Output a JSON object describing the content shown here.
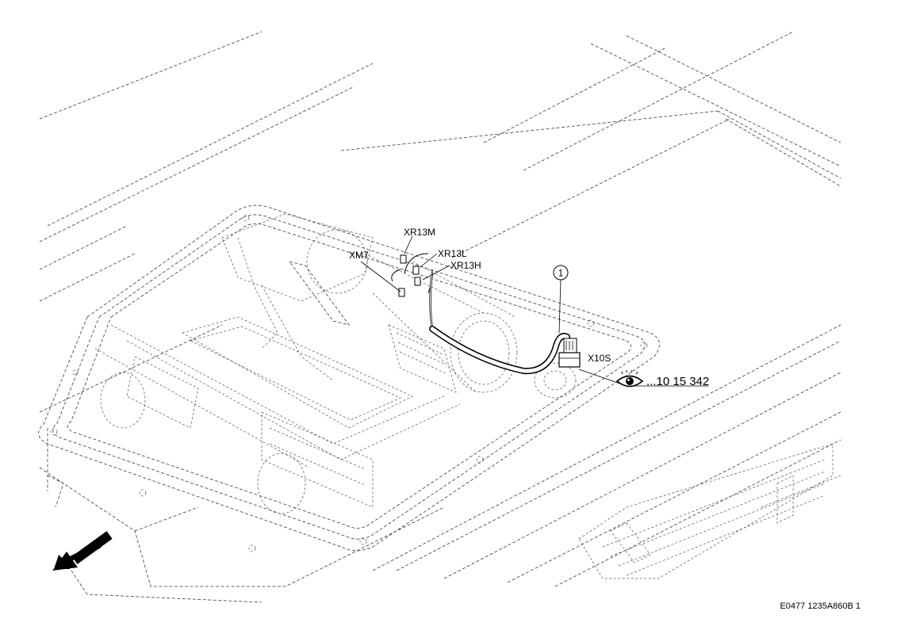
{
  "labels": {
    "xr13m": "XR13M",
    "xm7": "XM7",
    "xr13l": "XR13L",
    "xr13h": "XR13H",
    "x10s": "X10S",
    "callout_number": "1",
    "reference": "...10 15 342",
    "document_code": "E0477 1235A860B 1"
  },
  "icons": {
    "view_symbol": "eye-icon",
    "direction_arrow": "arrow-down-left-icon"
  }
}
